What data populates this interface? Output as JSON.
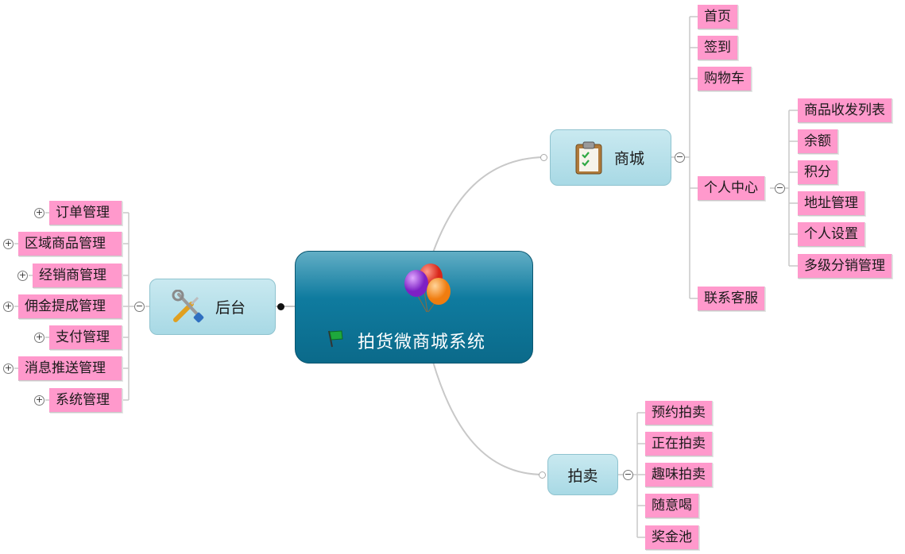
{
  "central": {
    "title": "拍货微商城系统",
    "icon": "balloons-icon",
    "flag_icon": "green-flag-icon"
  },
  "branches": {
    "shop": {
      "label": "商城",
      "icon": "clipboard-icon",
      "items": [
        "首页",
        "签到",
        "购物车",
        "个人中心",
        "联系客服"
      ],
      "personal_center_items": [
        "商品收发列表",
        "余额",
        "积分",
        "地址管理",
        "个人设置",
        "多级分销管理"
      ]
    },
    "backend": {
      "label": "后台",
      "icon": "tools-icon",
      "items": [
        "订单管理",
        "区域商品管理",
        "经销商管理",
        "佣金提成管理",
        "支付管理",
        "消息推送管理",
        "系统管理"
      ]
    },
    "auction": {
      "label": "拍卖",
      "items": [
        "预约拍卖",
        "正在拍卖",
        "趣味拍卖",
        "随意喝",
        "奖金池"
      ]
    }
  },
  "toggles": {
    "collapse": "−",
    "expand": "+"
  }
}
